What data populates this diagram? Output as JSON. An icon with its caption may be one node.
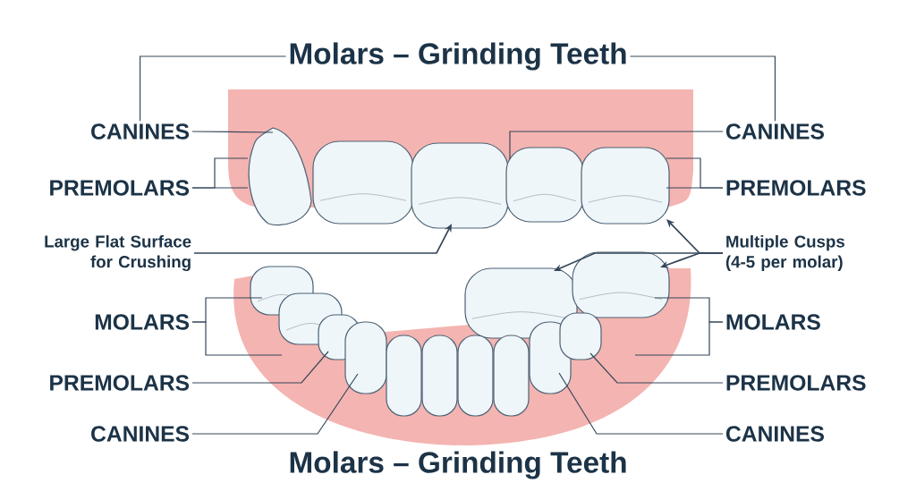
{
  "diagram": {
    "nodes": [
      {
        "text": [
          "Molars – Grinding Teeth"
        ]
      },
      {
        "text": [
          "CANINES"
        ]
      },
      {
        "text": [
          "CANINES"
        ]
      },
      {
        "text": [
          "PREMOLARS"
        ]
      },
      {
        "text": [
          "PREMOLARS"
        ]
      },
      {
        "text": [
          "Large Flat Surface for Crushing"
        ]
      },
      {
        "text": [
          "Multiple Cusps (4-5 per molar)"
        ]
      },
      {
        "text": [
          "MOLARS"
        ]
      },
      {
        "text": [
          "MOLARS"
        ]
      },
      {
        "text": [
          "PREMOLARS"
        ]
      },
      {
        "text": [
          "PREMOLARS"
        ]
      },
      {
        "text": [
          "CANINES"
        ]
      },
      {
        "text": [
          "CANINES"
        ]
      },
      {
        "text": [
          "Molars – Grinding Teeth"
        ]
      }
    ],
    "edges": [
      {
        "from": 0,
        "to": 1,
        "arrow": "none"
      },
      {
        "from": 0,
        "to": 2,
        "arrow": "none"
      },
      {
        "from": 1,
        "to": null,
        "arrow": "none"
      },
      {
        "from": 2,
        "to": null,
        "arrow": "none"
      },
      {
        "from": 3,
        "to": null,
        "arrow": "none"
      },
      {
        "from": 3,
        "to": null,
        "arrow": "none"
      },
      {
        "from": 4,
        "to": null,
        "arrow": "none"
      },
      {
        "from": 4,
        "to": null,
        "arrow": "none"
      },
      {
        "from": 5,
        "to": null,
        "arrow": "to"
      },
      {
        "from": 6,
        "to": null,
        "arrow": "to"
      },
      {
        "from": 6,
        "to": null,
        "arrow": "to"
      },
      {
        "from": 6,
        "to": null,
        "arrow": "to"
      },
      {
        "from": 7,
        "to": null,
        "arrow": "none"
      },
      {
        "from": 7,
        "to": null,
        "arrow": "none"
      },
      {
        "from": 8,
        "to": null,
        "arrow": "none"
      },
      {
        "from": 8,
        "to": null,
        "arrow": "none"
      },
      {
        "from": 9,
        "to": null,
        "arrow": "none"
      },
      {
        "from": 10,
        "to": null,
        "arrow": "none"
      },
      {
        "from": 11,
        "to": null,
        "arrow": "none"
      },
      {
        "from": 12,
        "to": null,
        "arrow": "none"
      }
    ]
  }
}
